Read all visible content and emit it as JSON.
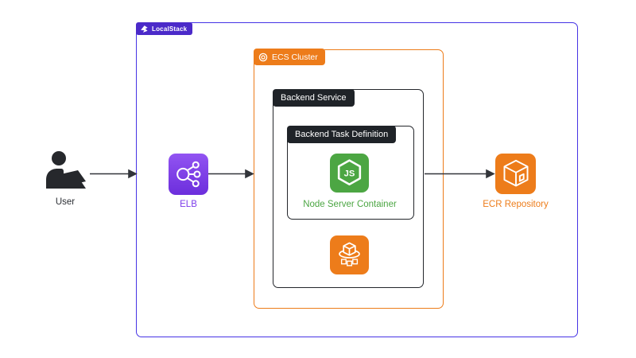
{
  "diagram": {
    "localstack": {
      "label": "LocalStack"
    },
    "ecs_cluster": {
      "label": "ECS Cluster"
    },
    "backend_service": {
      "label": "Backend Service"
    },
    "task_definition": {
      "label": "Backend Task Definition"
    },
    "user": {
      "label": "User"
    },
    "elb": {
      "label": "ELB"
    },
    "node_container": {
      "label": "Node Server Container",
      "icon_text": "JS"
    },
    "ecr": {
      "label": "ECR Repository"
    },
    "colors": {
      "localstack_border": "#4533E5",
      "localstack_badge_bg": "#4B2AC9",
      "aws_orange": "#ED7C1A",
      "dark_badge_bg": "#1F2328",
      "dark_border": "#23262B",
      "node_green": "#4CA643",
      "elb_gradient_top": "#9254F2",
      "elb_gradient_bottom": "#6C2EDC",
      "elb_label": "#7C3BEA",
      "arrow": "#32353A",
      "user_silhouette": "#26282C"
    },
    "icons": {
      "localstack": "localstack-logo-icon",
      "ecs_cluster": "ecs-cluster-ring-icon",
      "user": "person-at-laptop-icon",
      "elb": "load-balancer-icon",
      "node": "nodejs-hexagon-icon",
      "ecs_service": "ecs-cube-orbit-icon",
      "ecr": "ecr-cube-icon"
    }
  }
}
